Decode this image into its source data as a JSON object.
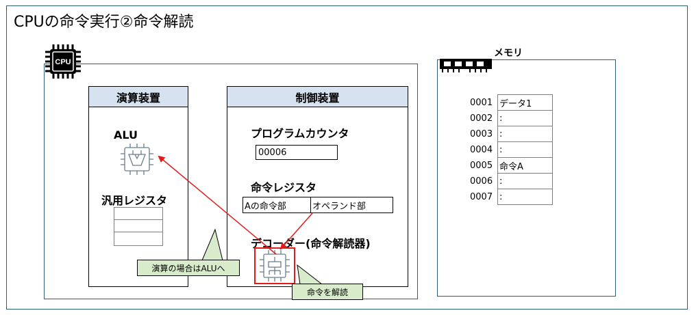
{
  "title": "CPUの命令実行②命令解読",
  "cpu": {
    "chip_text": "CPU"
  },
  "memory": {
    "label": "メモリ",
    "rows": [
      {
        "addr": "0001",
        "value": "データ1"
      },
      {
        "addr": "0002",
        "value": ":"
      },
      {
        "addr": "0003",
        "value": ":"
      },
      {
        "addr": "0004",
        "value": ":"
      },
      {
        "addr": "0005",
        "value": "命令A"
      },
      {
        "addr": "0006",
        "value": ":"
      },
      {
        "addr": "0007",
        "value": ":"
      }
    ]
  },
  "alu_unit": {
    "title": "演算装置",
    "alu_label": "ALU",
    "register_label": "汎用レジスタ"
  },
  "control_unit": {
    "title": "制御装置",
    "pc_label": "プログラムカウンタ",
    "pc_value": "00006",
    "ir_label": "命令レジスタ",
    "ir_opcode": "Aの命令部",
    "ir_operand": "オペランド部",
    "decoder_label": "デコーダー(命令解読器)"
  },
  "callouts": {
    "alu": "演算の場合はALUへ",
    "decode": "命令を解読"
  },
  "colors": {
    "frame": "#2f5d78",
    "unit_header": "#d6e2f0",
    "arrow": "#e21a1a",
    "callout": "#d8eccb"
  }
}
